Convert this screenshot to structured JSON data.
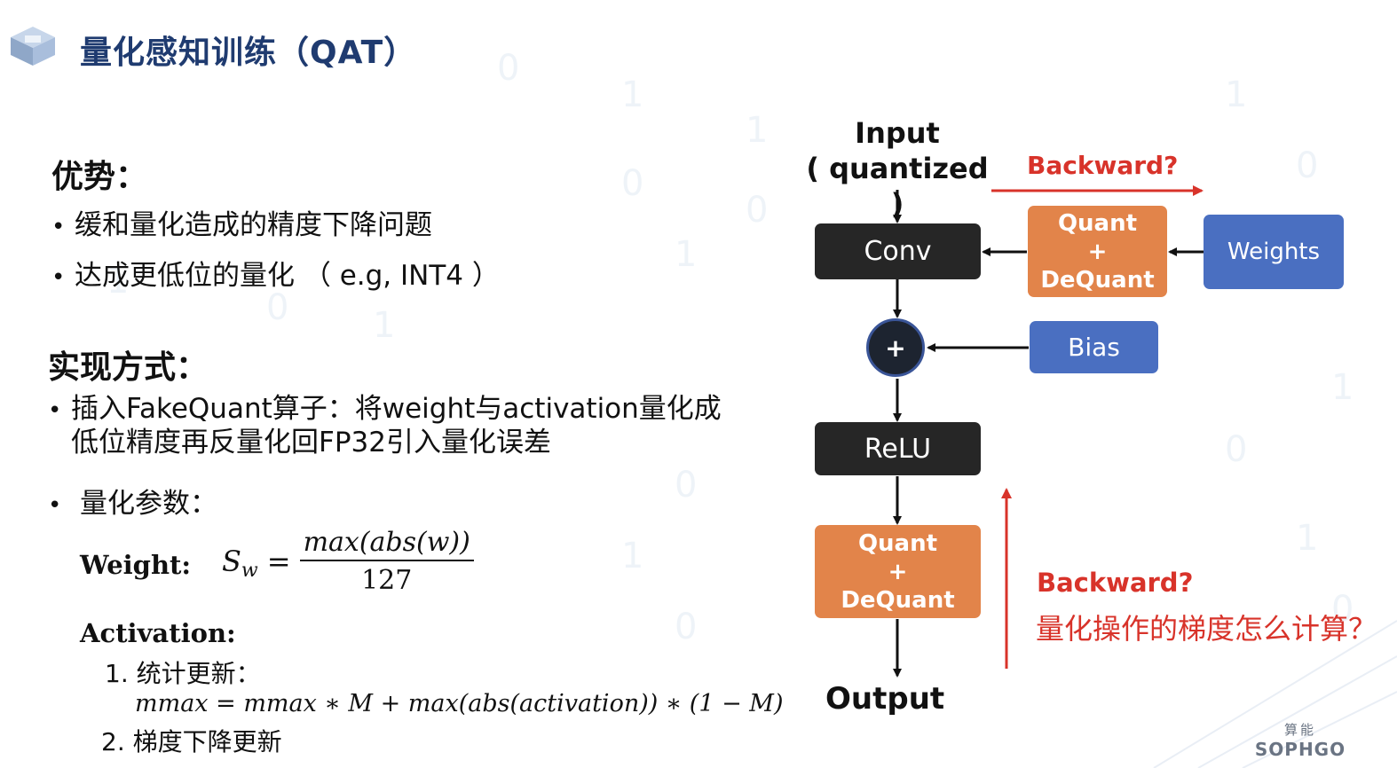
{
  "slide": {
    "title": "量化感知训练（QAT）"
  },
  "advantages": {
    "heading": "优势：",
    "bullets": [
      "缓和量化造成的精度下降问题",
      "达成更低位的量化 （ e.g, INT4 ）"
    ]
  },
  "implementation": {
    "heading": "实现方式：",
    "bullet1_line1": "插入FakeQuant算子：将weight与activation量化成",
    "bullet1_line2": "低位精度再反量化回FP32引入量化误差",
    "bullet2": "量化参数：",
    "weight_label": "Weight:",
    "weight_formula": {
      "lhs_symbol": "S",
      "lhs_sub": "w",
      "equals": "=",
      "numerator": "max(abs(w))",
      "denominator": "127"
    },
    "activation_label": "Activation:",
    "step1": "1. 统计更新：",
    "step1_formula": "mmax = mmax ∗ M + max(abs(activation)) ∗ (1 − M)",
    "step2": "2. 梯度下降更新"
  },
  "diagram": {
    "input_label_line1": "Input",
    "input_label_line2": "( quantized )",
    "backward_top": "Backward?",
    "conv": "Conv",
    "quant_top": [
      "Quant",
      "+",
      "DeQuant"
    ],
    "weights": "Weights",
    "plus": "+",
    "bias": "Bias",
    "relu": "ReLU",
    "quant_bottom": [
      "Quant",
      "+",
      "DeQuant"
    ],
    "output": "Output",
    "backward_bottom": "Backward?",
    "question": "量化操作的梯度怎么计算？"
  },
  "branding": {
    "logo_cn": "算能",
    "logo_en": "SOPHGO"
  },
  "colors": {
    "title": "#1f3b70",
    "dark_box": "#262626",
    "orange_box": "#e2844a",
    "blue_box": "#4a6fc1",
    "red": "#d8332a"
  }
}
